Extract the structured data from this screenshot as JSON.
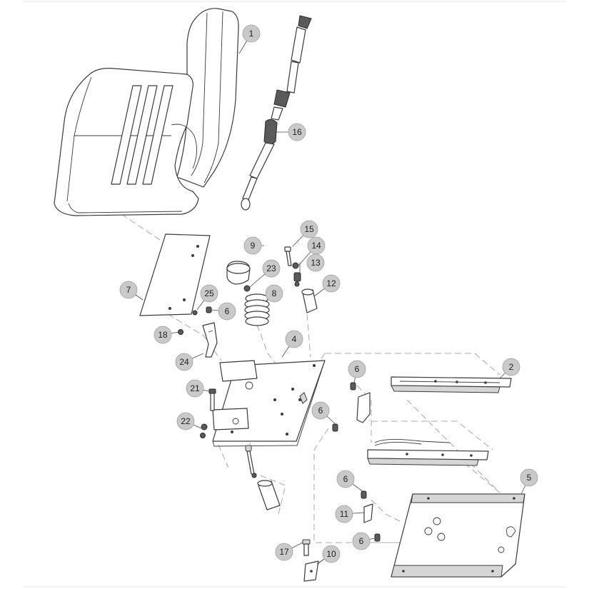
{
  "diagram": {
    "callouts": [
      {
        "label": "1"
      },
      {
        "label": "16"
      },
      {
        "label": "15"
      },
      {
        "label": "9"
      },
      {
        "label": "14"
      },
      {
        "label": "13"
      },
      {
        "label": "23"
      },
      {
        "label": "8"
      },
      {
        "label": "12"
      },
      {
        "label": "7"
      },
      {
        "label": "25"
      },
      {
        "label": "6"
      },
      {
        "label": "18"
      },
      {
        "label": "4"
      },
      {
        "label": "24"
      },
      {
        "label": "6"
      },
      {
        "label": "2"
      },
      {
        "label": "21"
      },
      {
        "label": "6"
      },
      {
        "label": "22"
      },
      {
        "label": "5"
      },
      {
        "label": "6"
      },
      {
        "label": "11"
      },
      {
        "label": "6"
      },
      {
        "label": "17"
      },
      {
        "label": "10"
      }
    ]
  }
}
